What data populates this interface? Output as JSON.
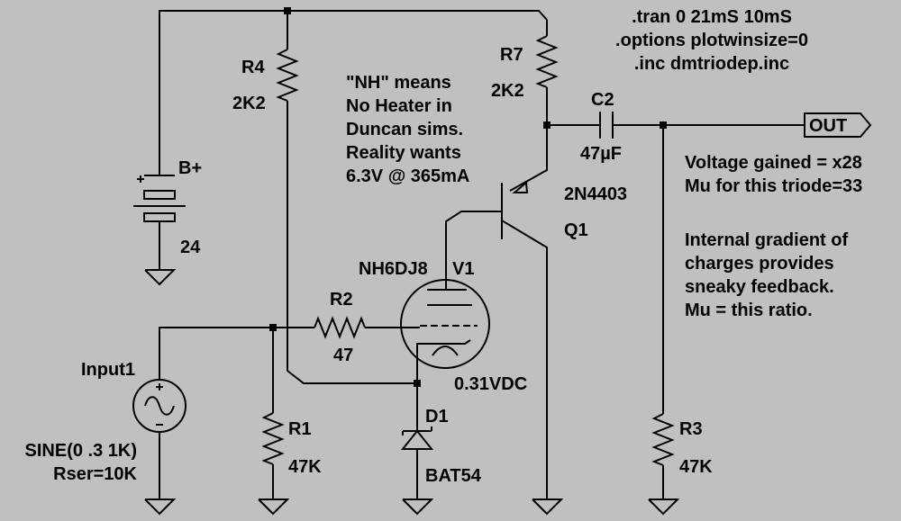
{
  "spice": {
    "lines": [
      ".tran 0 21mS 10mS",
      ".options plotwinsize=0",
      ".inc dmtriodep.inc"
    ]
  },
  "components": {
    "r4": {
      "name": "R4",
      "value": "2K2"
    },
    "r7": {
      "name": "R7",
      "value": "2K2"
    },
    "c2": {
      "name": "C2",
      "value": "47µF"
    },
    "battery": {
      "name": "B+",
      "value": "24"
    },
    "q1": {
      "model": "2N4403",
      "name": "Q1"
    },
    "v1": {
      "model": "NH6DJ8",
      "name": "V1",
      "bias": "0.31VDC"
    },
    "r2": {
      "name": "R2",
      "value": "47"
    },
    "input": {
      "name": "Input1",
      "line1": "SINE(0 .3 1K)",
      "line2": "Rser=10K"
    },
    "r1": {
      "name": "R1",
      "value": "47K"
    },
    "d1": {
      "name": "D1",
      "value": "BAT54"
    },
    "r3": {
      "name": "R3",
      "value": "47K"
    },
    "out": {
      "label": "OUT"
    }
  },
  "notes": {
    "heater": "\"NH\" means\nNo Heater in\nDuncan sims.\nReality wants\n6.3V @ 365mA",
    "gain": "Voltage gained = x28\nMu for this triode=33",
    "feedback": "Internal gradient of\ncharges provides\nsneaky feedback.\nMu = this ratio."
  }
}
